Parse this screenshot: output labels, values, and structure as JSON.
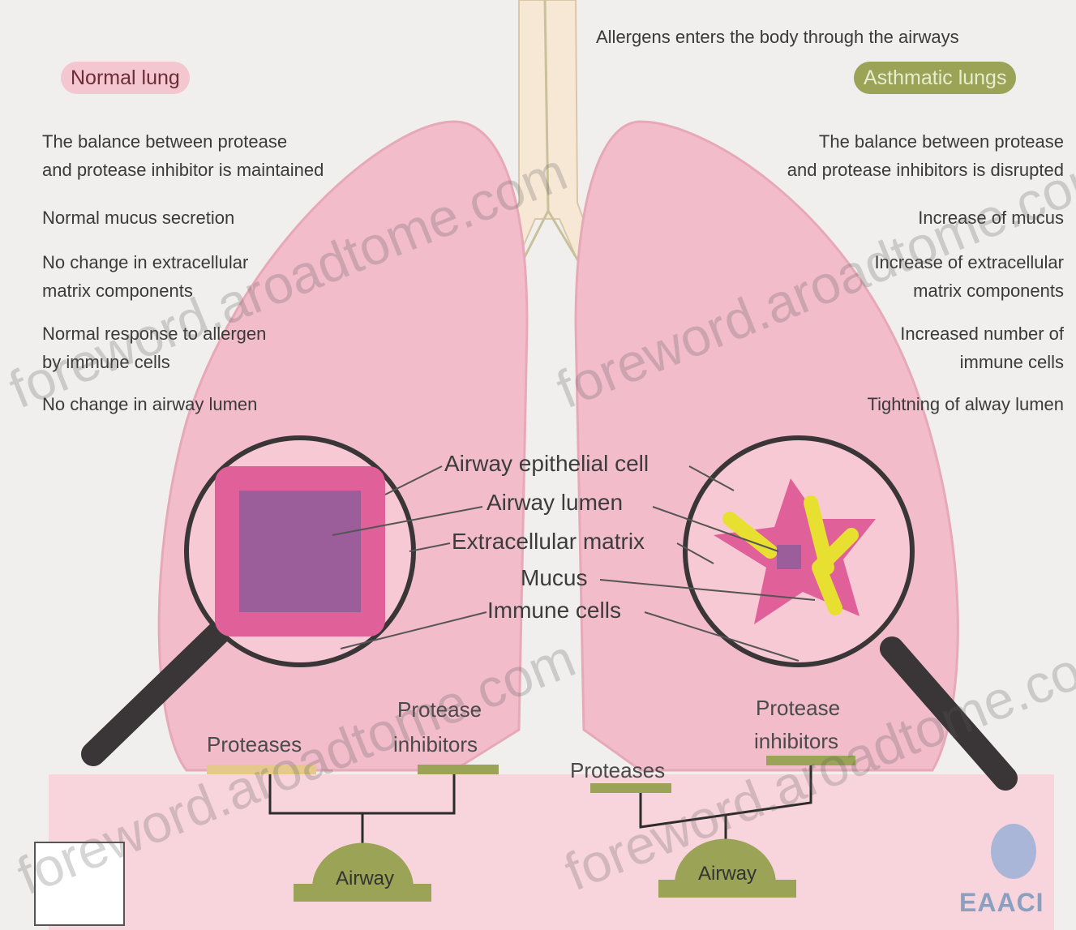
{
  "header": {
    "allergen_caption": "Allergens enters the body through the airways",
    "normal_badge": "Normal lung",
    "asthma_badge": "Asthmatic lungs"
  },
  "normal_lung": {
    "statements": [
      [
        "The balance between protease",
        "and protease inhibitor is maintained"
      ],
      [
        "Normal mucus secretion"
      ],
      [
        "No change in extracellular",
        "matrix components"
      ],
      [
        "Normal response to allergen",
        "by immune cells"
      ],
      [
        "No change in airway lumen"
      ]
    ],
    "scale": {
      "left_label": "Proteases",
      "right_label_line1": "Protease",
      "right_label_line2": "inhibitors",
      "base_label": "Airway"
    }
  },
  "asthmatic_lung": {
    "statements": [
      [
        "The balance between protease",
        "and protease inhibitors is disrupted"
      ],
      [
        "Increase of mucus"
      ],
      [
        "Increase of extracellular",
        "matrix components"
      ],
      [
        "Increased number of",
        "immune cells"
      ],
      [
        "Tightning of alway lumen"
      ]
    ],
    "scale": {
      "left_label": "Proteases",
      "right_label_line1": "Protease",
      "right_label_line2": "inhibitors",
      "base_label": "Airway"
    }
  },
  "center_labels": {
    "epithelial": "Airway epithelial cell",
    "lumen": "Airway lumen",
    "ecm": "Extracellular matrix",
    "mucus": "Mucus",
    "immune": "Immune cells"
  },
  "watermark": "foreword.aroadtome.com",
  "logo": "EAACI",
  "colors": {
    "lung_pink": "#f2bccb",
    "magnifier_handle": "#3a3536",
    "asthma_green": "#9aa356",
    "mucus_yellow": "#e8e030",
    "lumen_purple": "#9b5e9a"
  }
}
